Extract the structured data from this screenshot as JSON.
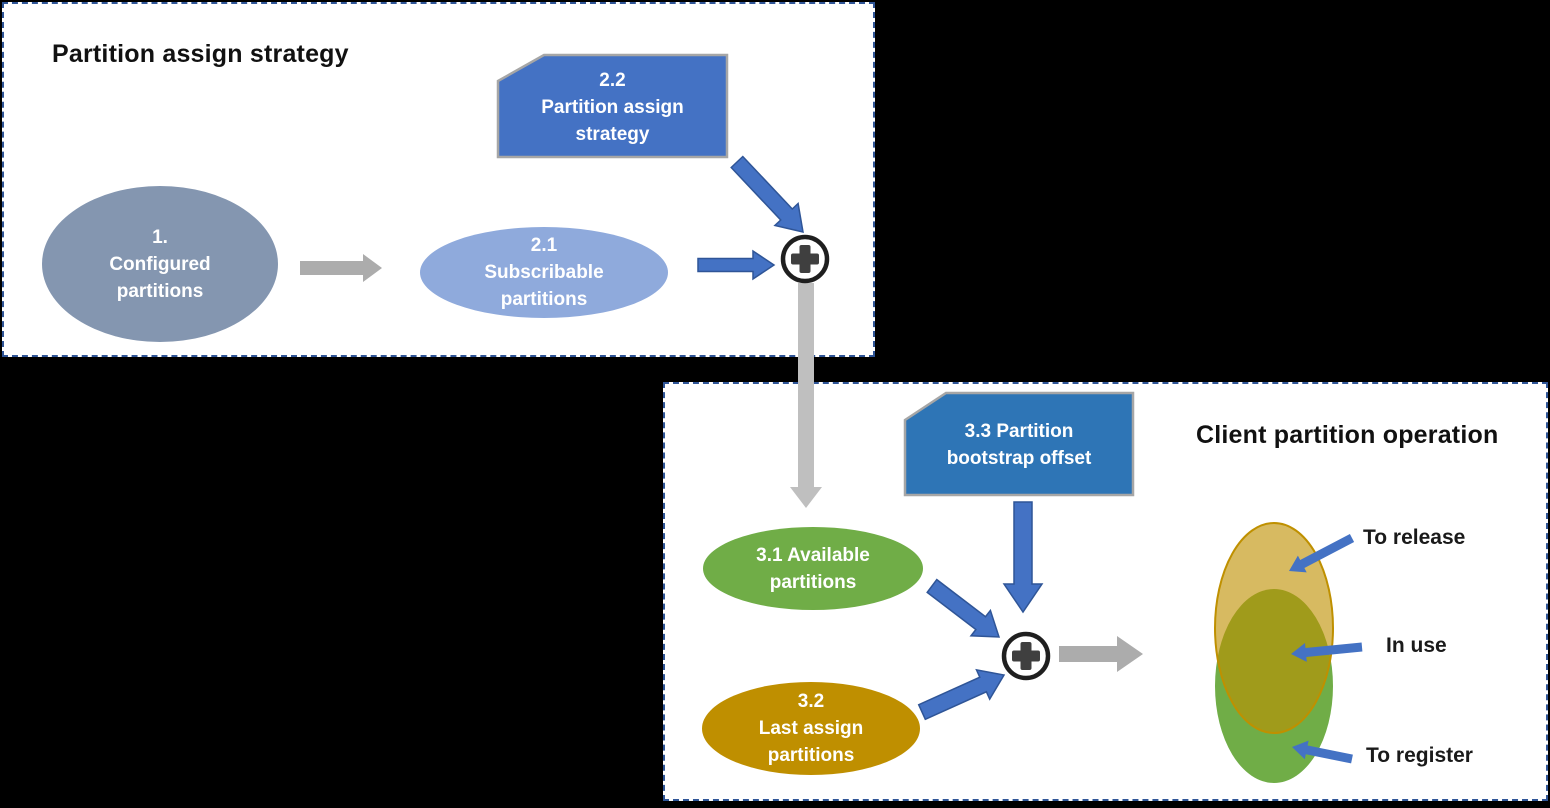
{
  "background_color": "#000000",
  "accent_colors": {
    "panel_border": "#2F5597",
    "arrow_blue": "#4472C4",
    "arrow_blue_edge": "#2F5597",
    "arrow_gray": "#ACACAC",
    "bar_gray": "#BFBFBF",
    "plus_ring": "#1F1F1F",
    "plus_glyph": "#3F3F3F"
  },
  "panel1": {
    "title": "Partition assign strategy",
    "configured_ellipse": {
      "line1": "1.",
      "line2": "Configured",
      "line3": "partitions",
      "fill": "#8496B0"
    },
    "subscribable_ellipse": {
      "line1": "2.1",
      "line2": "Subscribable",
      "line3": "partitions",
      "fill": "#8FAADC"
    },
    "strategy_flag": {
      "line1": "2.2",
      "line2": "Partition assign",
      "line3": "strategy",
      "fill": "#4472C4"
    },
    "merge_icon": "plus-circle"
  },
  "panel2": {
    "title": "Client partition operation",
    "bootstrap_flag": {
      "line1": "3.3 Partition",
      "line2": "bootstrap offset",
      "fill": "#2E75B6"
    },
    "available_ellipse": {
      "line1": "3.1 Available",
      "line2": "partitions",
      "fill": "#70AD47"
    },
    "last_assign_ellipse": {
      "line1": "3.2",
      "line2": "Last assign",
      "line3": "partitions",
      "fill": "#BF8F00"
    },
    "merge_icon": "plus-circle",
    "venn": {
      "release_label": "To release",
      "in_use_label": "In use",
      "register_label": "To register",
      "release_fill": "#BF8F00",
      "release_stroke": "#BF9000",
      "register_fill": "#70AD47"
    }
  }
}
